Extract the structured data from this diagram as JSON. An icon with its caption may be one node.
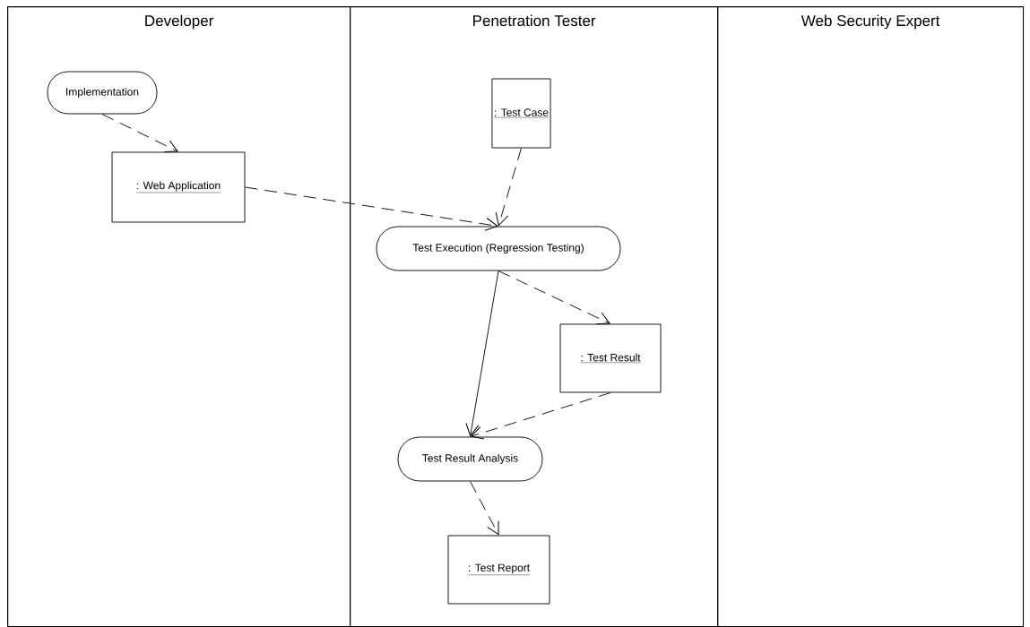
{
  "diagram": {
    "nodes": [
      {
        "text": [
          "Developer"
        ]
      },
      {
        "text": [
          "Penetration Tester"
        ]
      },
      {
        "text": [
          "Web Security Expert"
        ]
      },
      {
        "text": [
          "Implementation"
        ],
        "in": 0
      },
      {
        "text": [
          ": Web Application"
        ],
        "in": 0
      },
      {
        "text": [
          ": Test Case"
        ],
        "in": 1
      },
      {
        "text": [
          "Test Execution (Regression Testing)"
        ],
        "in": 1
      },
      {
        "text": [
          ": Test Result"
        ],
        "in": 1
      },
      {
        "text": [
          "Test Result Analysis"
        ],
        "in": 1
      },
      {
        "text": [
          ": Test Report"
        ],
        "in": 1
      }
    ],
    "edges": [
      {
        "from": 3,
        "to": 4,
        "arrow": "to",
        "style": "dashed"
      },
      {
        "from": 4,
        "to": 6,
        "arrow": "to",
        "style": "dashed"
      },
      {
        "from": 5,
        "to": 6,
        "arrow": "to",
        "style": "dashed"
      },
      {
        "from": 6,
        "to": 7,
        "arrow": "to",
        "style": "dashed"
      },
      {
        "from": 6,
        "to": 8,
        "arrow": "to"
      },
      {
        "from": 7,
        "to": 8,
        "arrow": "to",
        "style": "dashed"
      },
      {
        "from": 8,
        "to": 9,
        "arrow": "to",
        "style": "dashed"
      }
    ]
  }
}
